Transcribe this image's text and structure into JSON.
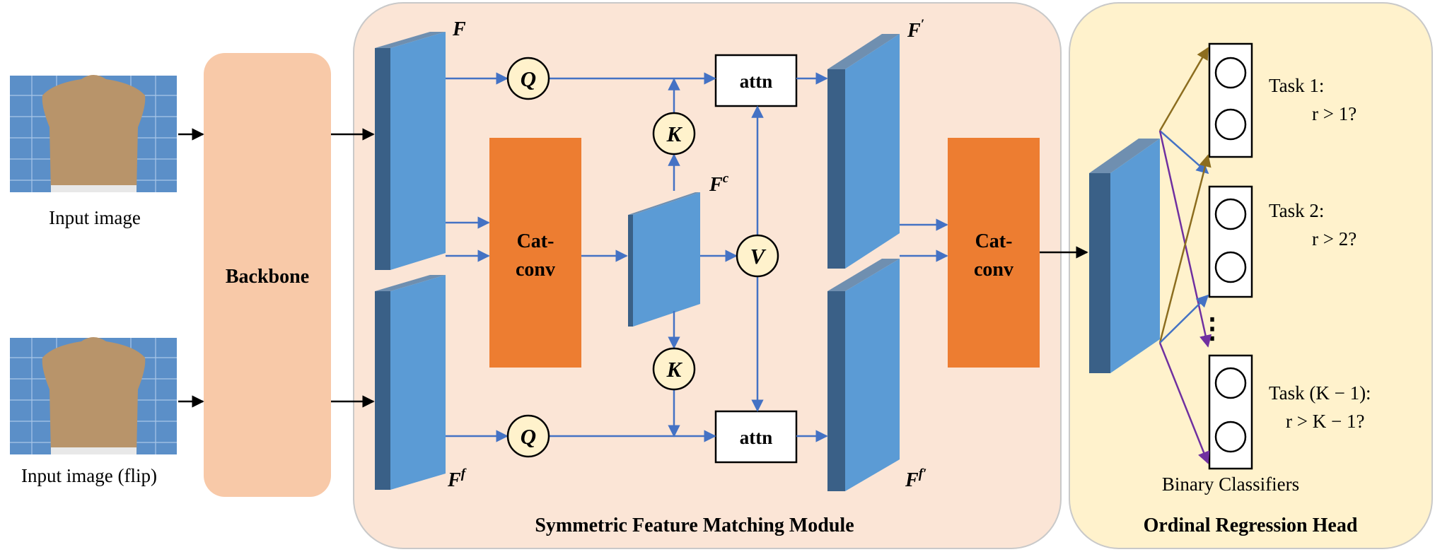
{
  "input": {
    "label_top": "Input image",
    "label_bottom": "Input image (flip)"
  },
  "backbone": {
    "label": "Backbone"
  },
  "sfm": {
    "title": "Symmetric Feature Matching Module",
    "F": "F",
    "Ff": "F",
    "Ff_sup": "f",
    "Fc": "F",
    "Fc_sup": "c",
    "Fprime": "F",
    "Fprime_sup": "′",
    "Ffprime": "F",
    "Ffprime_sup": "f′",
    "q_top": "Q",
    "q_bottom": "Q",
    "k_top": "K",
    "k_bottom": "K",
    "v": "V",
    "catconv1": [
      "Cat-",
      "conv"
    ],
    "catconv2": [
      "Cat-",
      "conv"
    ],
    "attn_top": "attn",
    "attn_bottom": "attn"
  },
  "head": {
    "title": "Ordinal Regression Head",
    "classifiers_label": "Binary Classifiers",
    "tasks": [
      {
        "line1": "Task 1:",
        "line2": "r > 1?"
      },
      {
        "line1": "Task 2:",
        "line2": "r > 2?"
      },
      {
        "line1": "Task (K − 1):",
        "line2": "r > K − 1?"
      }
    ],
    "ellipsis": "⋮"
  },
  "colors": {
    "backbone": "#f8c9a8",
    "sfm_bg": "#fbe5d6",
    "head_bg": "#fff2cc",
    "feature_front": "#5b9bd5",
    "feature_side": "#3a6087",
    "catconv": "#ed7d31",
    "node_fill": "#fff2cc",
    "arrow_blue": "#4472c4",
    "arrow_gold": "#8c6d1f",
    "arrow_purple": "#7030a0"
  }
}
